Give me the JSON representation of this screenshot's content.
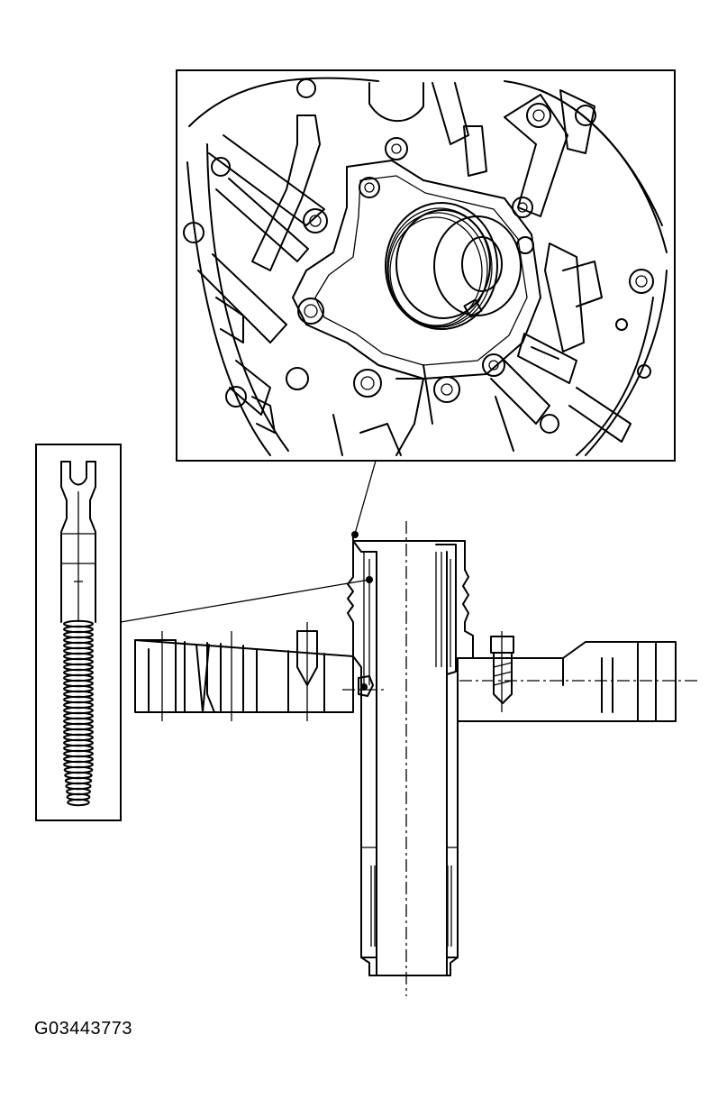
{
  "figure": {
    "code": "G03443773",
    "line_color": "#000000",
    "background_color": "#ffffff",
    "views": [
      {
        "name": "oil-pump-top-view",
        "description_icon": "oil-pump-icon"
      },
      {
        "name": "spring-detail-view",
        "description_icon": "coil-spring-icon"
      },
      {
        "name": "pump-cross-section-view",
        "description_icon": "cross-section-icon"
      }
    ]
  }
}
